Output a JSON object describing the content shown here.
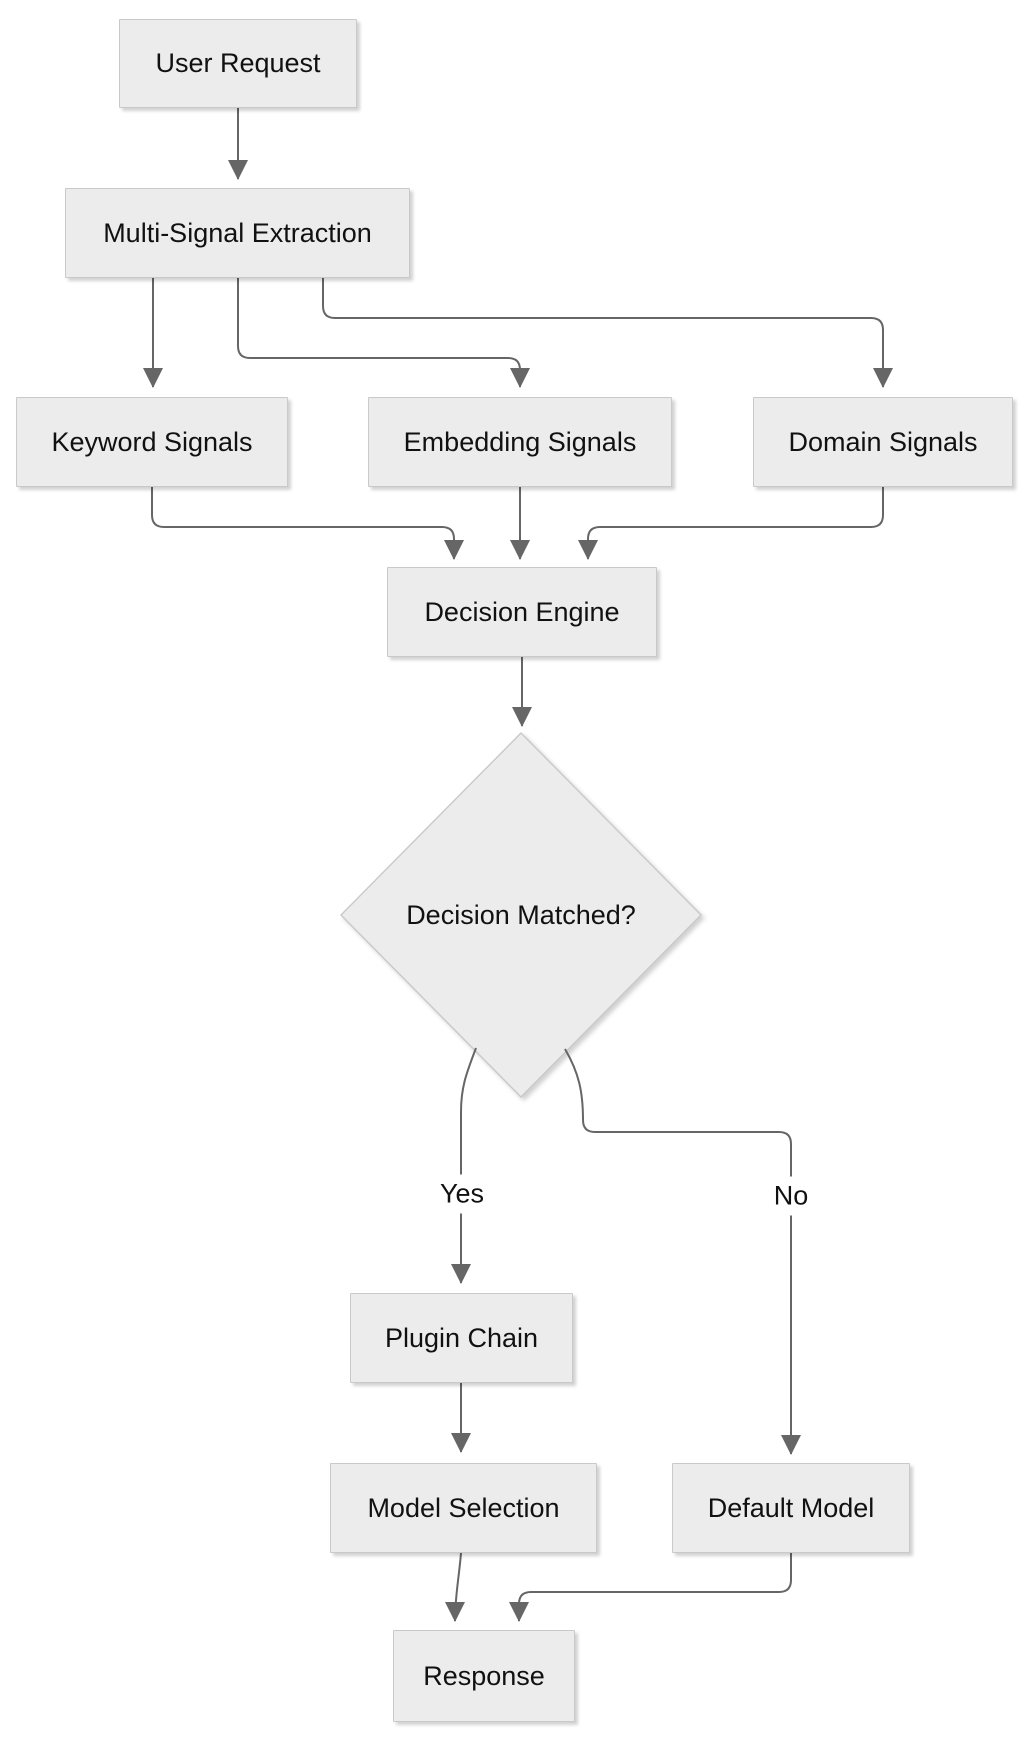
{
  "colors": {
    "background": "#ffffff",
    "node_fill": "#ececec",
    "node_border": "#c9c9c9",
    "edge": "#666666",
    "text": "#111111"
  },
  "nodes": {
    "user_request": "User Request",
    "multi_signal_extraction": "Multi-Signal Extraction",
    "keyword_signals": "Keyword Signals",
    "embedding_signals": "Embedding Signals",
    "domain_signals": "Domain Signals",
    "decision_engine": "Decision Engine",
    "decision_matched": "Decision Matched?",
    "plugin_chain": "Plugin Chain",
    "model_selection": "Model Selection",
    "default_model": "Default Model",
    "response": "Response"
  },
  "edge_labels": {
    "yes": "Yes",
    "no": "No"
  }
}
